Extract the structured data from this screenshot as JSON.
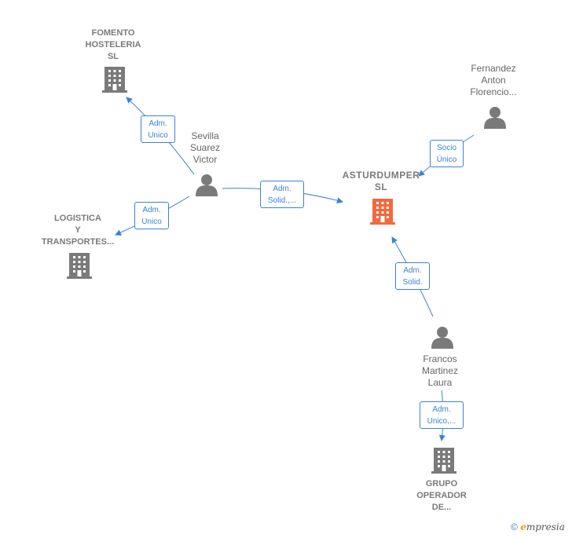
{
  "main_company": {
    "lines": [
      "ASTURDUMPER",
      "SL"
    ],
    "color": "#f26a3d"
  },
  "companies": [
    {
      "id": "fomento",
      "lines": [
        "FOMENTO",
        "HOSTELERIA",
        "SL"
      ]
    },
    {
      "id": "logistica",
      "lines": [
        "LOGISTICA",
        "Y",
        "TRANSPORTES..."
      ]
    },
    {
      "id": "grupo",
      "lines": [
        "GRUPO",
        "OPERADOR",
        "DE..."
      ]
    }
  ],
  "persons": [
    {
      "id": "sevilla",
      "lines": [
        "Sevilla",
        "Suarez",
        "Victor"
      ]
    },
    {
      "id": "fernandez",
      "lines": [
        "Fernandez",
        "Anton",
        "Florencio..."
      ]
    },
    {
      "id": "francos",
      "lines": [
        "Francos",
        "Martinez",
        "Laura"
      ]
    }
  ],
  "edges": [
    {
      "id": "sevilla-fomento",
      "lines": [
        "Adm.",
        "Unico"
      ]
    },
    {
      "id": "sevilla-logistica",
      "lines": [
        "Adm.",
        "Unico"
      ]
    },
    {
      "id": "sevilla-asturdumper",
      "lines": [
        "Adm.",
        "Solid.,..."
      ]
    },
    {
      "id": "fernandez-asturdumper",
      "lines": [
        "Socio",
        "Único"
      ]
    },
    {
      "id": "francos-asturdumper",
      "lines": [
        "Adm.",
        "Solid."
      ]
    },
    {
      "id": "francos-grupo",
      "lines": [
        "Adm.",
        "Unico,..."
      ]
    }
  ],
  "footer": {
    "copyright": "©",
    "brand_e": "e",
    "brand_rest": "mpresia"
  },
  "colors": {
    "edge": "#3b82d6",
    "node": "#7a7a7a",
    "main": "#f26a3d"
  },
  "icons": {
    "company": "building-icon",
    "person": "person-icon"
  }
}
